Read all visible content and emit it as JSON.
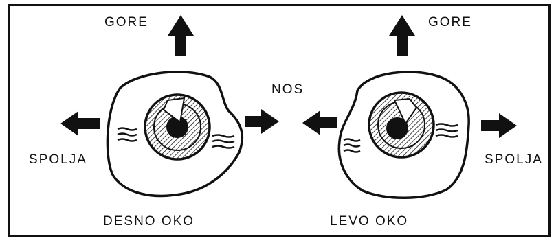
{
  "labels": {
    "right_eye_up": "GORE",
    "left_eye_up": "GORE",
    "nose": "NOS",
    "right_eye_out": "SPOLJA",
    "left_eye_out": "SPOLJA",
    "right_eye_caption": "DESNO OKO",
    "left_eye_caption": "LEVO OKO"
  },
  "icons": [
    "arrow-up-icon",
    "arrow-left-icon",
    "arrow-right-icon",
    "eye-icon"
  ],
  "colors": {
    "ink": "#111111",
    "paper": "#ffffff"
  }
}
